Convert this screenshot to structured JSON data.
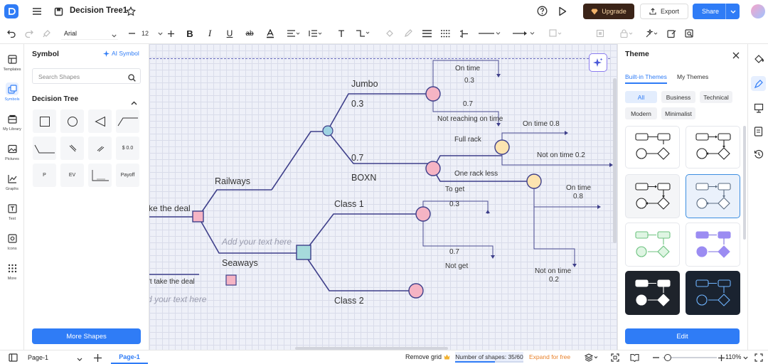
{
  "header": {
    "doc_title": "Decision Tree1",
    "upgrade_label": "Upgrade",
    "export_label": "Export",
    "share_label": "Share"
  },
  "toolbar": {
    "font_family": "Arial",
    "font_size": "12"
  },
  "left_rail": {
    "items": [
      "Templates",
      "Symbols",
      "My Library",
      "Pictures",
      "Graphs",
      "Text",
      "Icons",
      "More"
    ]
  },
  "symbol_panel": {
    "title": "Symbol",
    "ai_symbol_label": "AI Symbol",
    "search_placeholder": "Search Shapes",
    "section_title": "Decision Tree",
    "cells": [
      "$ 0.0",
      "P",
      "EV",
      "Payoff"
    ],
    "more_shapes_label": "More Shapes"
  },
  "diagram": {
    "take_deal": "ke the deal",
    "dont_take_deal": "'t take the deal",
    "add_text_1": "Add your text here",
    "add_text_2": "d your text here",
    "railways": "Railways",
    "seaways": "Seaways",
    "jumbo": "Jumbo",
    "jumbo_p": "0.3",
    "boxn": "BOXN",
    "boxn_p": "0.7",
    "on_time": "On time",
    "on_time_p": "0.3",
    "not_reaching_p": "0.7",
    "not_reaching": "Not reaching on time",
    "full_rack": "Full rack",
    "one_rack_less": "One rack less",
    "on_time_08": "On time 0.8",
    "not_on_time_02": "Not on time 0.2",
    "class1": "Class 1",
    "class2": "Class 2",
    "to_get": "To get",
    "to_get_p": "0.3",
    "not_get_p": "0.7",
    "not_get": "Not get",
    "on_time_b": "On time",
    "on_time_b_p": "0.8",
    "not_on_time_b": "Not on time",
    "not_on_time_b_p": "0.2"
  },
  "theme_panel": {
    "title": "Theme",
    "tab_builtin": "Built-in Themes",
    "tab_mine": "My Themes",
    "filters": [
      "All",
      "Business",
      "Technical",
      "Modern",
      "Minimalist"
    ],
    "edit_label": "Edit"
  },
  "status": {
    "page_select": "Page-1",
    "page_tab": "Page-1",
    "remove_grid": "Remove grid",
    "shape_count": "Number of shapes: 35/60",
    "expand": "Expand for free",
    "zoom": "110%"
  },
  "colors": {
    "accent": "#2f7cf6",
    "upgrade_bg": "#3b2418",
    "node_pink": "#f5b4c4",
    "node_yellow": "#fde4b0",
    "node_teal": "#a6dadb",
    "node_blue": "#9ed3e2",
    "line": "#3e3f8a"
  }
}
